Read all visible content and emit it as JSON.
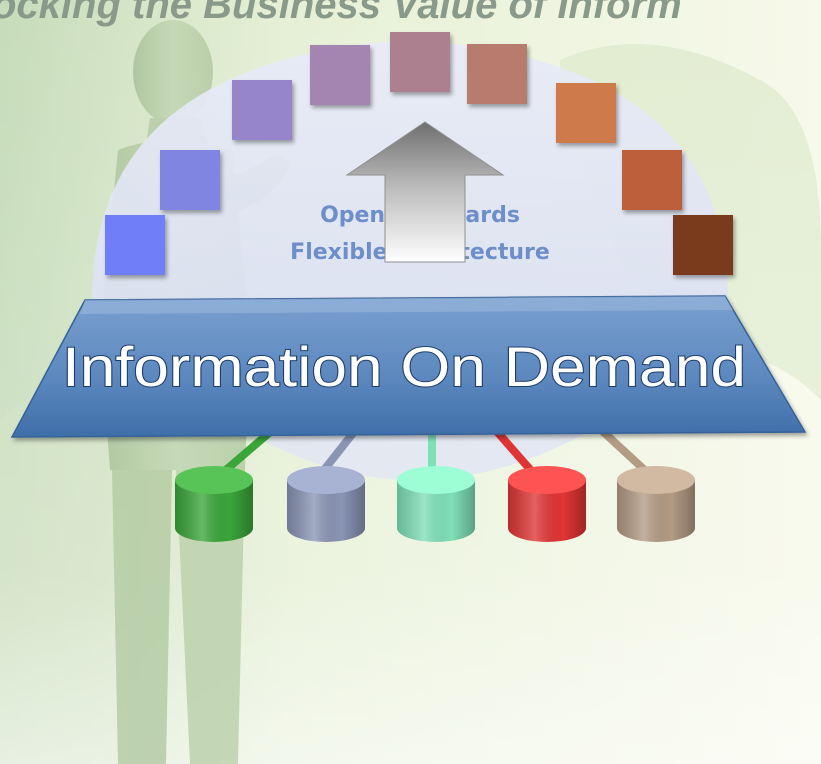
{
  "title": "ocking the Business Value of Inform",
  "standards": {
    "line1": "Open Standards",
    "line2": "Flexible Architecture"
  },
  "banner": {
    "label": "Information On Demand"
  },
  "colors": {
    "title": "#8a9a8a",
    "standards_text": "#6d8ec8",
    "banner_top": "#6f97c8",
    "banner_bottom": "#4e7bb2",
    "dome": "#e1e5f5",
    "squares": [
      "#6f7ff7",
      "#7f85e0",
      "#9685c8",
      "#a484b0",
      "#ac808e",
      "#b77c6e",
      "#cf7a4c",
      "#be5f3a",
      "#7a3a1d"
    ],
    "cylinders": [
      "#3aa63a",
      "#8a95b5",
      "#7fe0b8",
      "#e03535",
      "#b39b84"
    ]
  }
}
